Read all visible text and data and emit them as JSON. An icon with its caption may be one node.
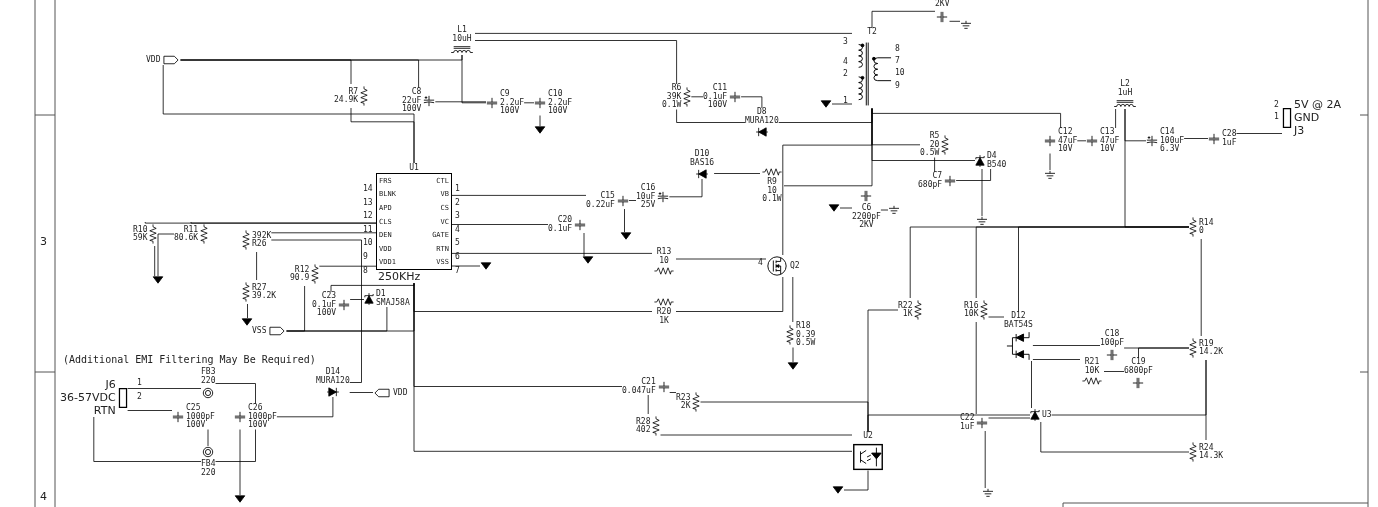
{
  "diagram": {
    "nodes": [
      {
        "text": [
          "VDD"
        ]
      },
      {
        "text": [
          "R7",
          "24.9K"
        ]
      },
      {
        "text": [
          "L1",
          "10uH"
        ]
      },
      {
        "text": [
          "C8",
          "22uF",
          "100V"
        ]
      },
      {
        "text": [
          "C9",
          "2.2uF",
          "100V"
        ]
      },
      {
        "text": [
          "C10",
          "2.2uF",
          "100V"
        ]
      },
      {
        "text": [],
        "shape": "ground"
      },
      {
        "text": [
          "R6",
          "39K",
          "0.1W"
        ]
      },
      {
        "text": [
          "C11",
          "0.1uF",
          "100V"
        ]
      },
      {
        "text": [
          "2KV"
        ]
      },
      {
        "text": [],
        "shape": "ground"
      },
      {
        "text": [
          "T2"
        ],
        "beside": [
          "3",
          "4",
          "2",
          "1",
          "8",
          "7",
          "10",
          "9"
        ]
      },
      {
        "text": [],
        "shape": "ground"
      },
      {
        "text": [
          "D8",
          "MURA120"
        ]
      },
      {
        "text": [
          "L2",
          "1uH"
        ]
      },
      {
        "text": [
          "R5",
          "20",
          "0.5W"
        ]
      },
      {
        "text": [
          "D4",
          "B540"
        ]
      },
      {
        "text": [
          "C7",
          "680pF"
        ]
      },
      {
        "text": [],
        "shape": "ground"
      },
      {
        "text": [
          "C12",
          "47uF",
          "10V"
        ]
      },
      {
        "text": [],
        "shape": "ground"
      },
      {
        "text": [
          "C13",
          "47uF",
          "10V"
        ]
      },
      {
        "text": [
          "C14",
          "100uF",
          "6.3V"
        ]
      },
      {
        "text": [
          "C28",
          "1uF"
        ]
      },
      {
        "text": [
          "5V @ 2A",
          "GND",
          "J3"
        ],
        "beside": [
          "2",
          "1"
        ]
      },
      {
        "text": [
          "U1",
          "FRS",
          "BLNK",
          "APD",
          "CLS",
          "DEN",
          "VDD",
          "VDD1",
          "CTL",
          "VB",
          "CS",
          "VC",
          "GATE",
          "RTN",
          "VSS",
          "250KHz"
        ],
        "beside": [
          "14",
          "1",
          "13",
          "2",
          "12",
          "3",
          "11",
          "4",
          "10",
          "5",
          "9",
          "6",
          "8",
          "7"
        ]
      },
      {
        "text": [
          "D10",
          "BAS16"
        ]
      },
      {
        "text": [
          "R9",
          "10",
          "0.1W"
        ]
      },
      {
        "text": [
          "C15",
          "0.22uF"
        ]
      },
      {
        "text": [
          "C16",
          "10uF",
          "25V"
        ]
      },
      {
        "text": [],
        "shape": "ground"
      },
      {
        "text": [
          "C20",
          "0.1uF"
        ]
      },
      {
        "text": [],
        "shape": "ground"
      },
      {
        "text": [
          "C6",
          "2200pF",
          "2KV"
        ]
      },
      {
        "text": [],
        "shape": "ground"
      },
      {
        "text": [],
        "shape": "ground"
      },
      {
        "text": [
          "R10",
          "59K"
        ]
      },
      {
        "text": [
          "R11",
          "80.6K"
        ]
      },
      {
        "text": [],
        "shape": "ground"
      },
      {
        "text": [
          "392K",
          "R26"
        ]
      },
      {
        "text": [
          "R27",
          "39.2K"
        ]
      },
      {
        "text": [],
        "shape": "ground"
      },
      {
        "text": [
          "R12",
          "90.9"
        ]
      },
      {
        "text": [
          "C23",
          "0.1uF",
          "100V"
        ]
      },
      {
        "text": [
          "D1",
          "SMAJ58A"
        ]
      },
      {
        "text": [
          "VSS"
        ]
      },
      {
        "text": [],
        "shape": "ground"
      },
      {
        "text": [
          "Q2"
        ],
        "beside": [
          "4"
        ]
      },
      {
        "text": [
          "R13",
          "10"
        ]
      },
      {
        "text": [
          "R20",
          "1K"
        ]
      },
      {
        "text": [
          "R18",
          "0.39",
          "0.5W"
        ]
      },
      {
        "text": [],
        "shape": "ground"
      },
      {
        "text": [
          "R14",
          "0"
        ]
      },
      {
        "text": [
          "R22",
          "1K"
        ]
      },
      {
        "text": [
          "R16",
          "10K"
        ]
      },
      {
        "text": [
          "D12",
          "BAT54S"
        ]
      },
      {
        "text": [
          "C18",
          "100pF"
        ]
      },
      {
        "text": [
          "R19",
          "14.2K"
        ]
      },
      {
        "text": [
          "R21",
          "10K"
        ]
      },
      {
        "text": [
          "C19",
          "6800pF"
        ]
      },
      {
        "text": [
          "C22",
          "1uF"
        ]
      },
      {
        "text": [
          "U3"
        ]
      },
      {
        "text": [
          "R24",
          "14.3K"
        ]
      },
      {
        "text": [],
        "shape": "ground"
      },
      {
        "text": [
          "U2"
        ]
      },
      {
        "text": [],
        "shape": "ground"
      },
      {
        "text": [
          "C21",
          "0.047uF"
        ]
      },
      {
        "text": [
          "R23",
          "2K"
        ]
      },
      {
        "text": [
          "R28",
          "402"
        ]
      },
      {
        "text": [
          "J6",
          "36-57VDC",
          "RTN"
        ],
        "beside": [
          "1",
          "2"
        ]
      },
      {
        "text": [
          "FB3",
          "220"
        ]
      },
      {
        "text": [
          "FB4",
          "220"
        ]
      },
      {
        "text": [
          "C25",
          "1000pF",
          "100V"
        ]
      },
      {
        "text": [
          "C26",
          "1000pF",
          "100V"
        ]
      },
      {
        "text": [],
        "shape": "ground"
      },
      {
        "text": [
          "D14",
          "MURA120"
        ]
      },
      {
        "text": [
          "VDD"
        ]
      }
    ],
    "edges": [
      {
        "from": 0,
        "to": 1,
        "arrow": "none"
      },
      {
        "from": 0,
        "to": 25,
        "arrow": "none"
      },
      {
        "from": 0,
        "to": 3,
        "arrow": "none"
      },
      {
        "from": 0,
        "to": 2,
        "arrow": "none"
      },
      {
        "from": 3,
        "to": 4,
        "arrow": "none"
      },
      {
        "from": 2,
        "to": 4,
        "arrow": "none"
      },
      {
        "from": 4,
        "to": 5,
        "arrow": "none"
      },
      {
        "from": 5,
        "to": 6,
        "arrow": "none"
      },
      {
        "from": 2,
        "to": 7,
        "arrow": "none"
      },
      {
        "from": 7,
        "to": 8,
        "arrow": "none"
      },
      {
        "from": 2,
        "to": 11,
        "arrow": "none"
      },
      {
        "from": 11,
        "to": 9,
        "arrow": "none"
      },
      {
        "from": 9,
        "to": 10,
        "arrow": "none"
      },
      {
        "from": 1,
        "to": 25,
        "arrow": "none"
      },
      {
        "from": 11,
        "to": 13,
        "arrow": "none"
      },
      {
        "from": 11,
        "to": 47,
        "arrow": "none"
      },
      {
        "from": 13,
        "to": 7,
        "arrow": "none"
      },
      {
        "from": 13,
        "to": 8,
        "arrow": "none"
      },
      {
        "from": 11,
        "to": 12,
        "arrow": "none"
      },
      {
        "from": 27,
        "to": 11,
        "arrow": "none"
      },
      {
        "from": 27,
        "to": 26,
        "arrow": "none"
      },
      {
        "from": 26,
        "to": 29,
        "arrow": "none"
      },
      {
        "from": 29,
        "to": 28,
        "arrow": "none"
      },
      {
        "from": 28,
        "to": 25,
        "arrow": "none"
      },
      {
        "from": 28,
        "to": 30,
        "arrow": "none"
      },
      {
        "from": 25,
        "to": 31,
        "arrow": "none"
      },
      {
        "from": 31,
        "to": 32,
        "arrow": "none"
      },
      {
        "from": 33,
        "to": 34,
        "arrow": "none"
      },
      {
        "from": 33,
        "to": 35,
        "arrow": "none"
      },
      {
        "from": 11,
        "to": 16,
        "arrow": "none"
      },
      {
        "from": 11,
        "to": 15,
        "arrow": "none"
      },
      {
        "from": 15,
        "to": 17,
        "arrow": "none"
      },
      {
        "from": 17,
        "to": 16,
        "arrow": "none"
      },
      {
        "from": 16,
        "to": 18,
        "arrow": "none"
      },
      {
        "from": 11,
        "to": 19,
        "arrow": "none"
      },
      {
        "from": 19,
        "to": 21,
        "arrow": "none"
      },
      {
        "from": 19,
        "to": 20,
        "arrow": "none"
      },
      {
        "from": 21,
        "to": 14,
        "arrow": "none"
      },
      {
        "from": 14,
        "to": 22,
        "arrow": "none"
      },
      {
        "from": 22,
        "to": 23,
        "arrow": "none"
      },
      {
        "from": 23,
        "to": 24,
        "arrow": "none"
      },
      {
        "from": 25,
        "to": 36,
        "arrow": "none"
      },
      {
        "from": 25,
        "to": 37,
        "arrow": "none"
      },
      {
        "from": 36,
        "to": 38,
        "arrow": "none"
      },
      {
        "from": 37,
        "to": 38,
        "arrow": "none"
      },
      {
        "from": 25,
        "to": 39,
        "arrow": "none"
      },
      {
        "from": 39,
        "to": 40,
        "arrow": "none"
      },
      {
        "from": 40,
        "to": 41,
        "arrow": "none"
      },
      {
        "from": 25,
        "to": 42,
        "arrow": "none"
      },
      {
        "from": 42,
        "to": 45,
        "arrow": "none"
      },
      {
        "from": 25,
        "to": 43,
        "arrow": "none"
      },
      {
        "from": 43,
        "to": 44,
        "arrow": "none"
      },
      {
        "from": 44,
        "to": 45,
        "arrow": "none"
      },
      {
        "from": 25,
        "to": 45,
        "arrow": "none"
      },
      {
        "from": 25,
        "to": 46,
        "arrow": "none"
      },
      {
        "from": 25,
        "to": 48,
        "arrow": "none"
      },
      {
        "from": 48,
        "to": 47,
        "arrow": "none"
      },
      {
        "from": 25,
        "to": 49,
        "arrow": "none"
      },
      {
        "from": 49,
        "to": 47,
        "arrow": "none"
      },
      {
        "from": 47,
        "to": 50,
        "arrow": "none"
      },
      {
        "from": 50,
        "to": 51,
        "arrow": "none"
      },
      {
        "from": 25,
        "to": 64,
        "arrow": "none"
      },
      {
        "from": 25,
        "to": 66,
        "arrow": "none"
      },
      {
        "from": 66,
        "to": 67,
        "arrow": "none"
      },
      {
        "from": 66,
        "to": 68,
        "arrow": "none"
      },
      {
        "from": 68,
        "to": 64,
        "arrow": "none"
      },
      {
        "from": 67,
        "to": 64,
        "arrow": "none"
      },
      {
        "from": 64,
        "to": 65,
        "arrow": "none"
      },
      {
        "from": 64,
        "to": 53,
        "arrow": "none"
      },
      {
        "from": 64,
        "to": 61,
        "arrow": "none"
      },
      {
        "from": 14,
        "to": 52,
        "arrow": "none"
      },
      {
        "from": 53,
        "to": 52,
        "arrow": "none"
      },
      {
        "from": 52,
        "to": 57,
        "arrow": "none"
      },
      {
        "from": 52,
        "to": 54,
        "arrow": "none"
      },
      {
        "from": 52,
        "to": 55,
        "arrow": "none"
      },
      {
        "from": 54,
        "to": 55,
        "arrow": "none"
      },
      {
        "from": 54,
        "to": 60,
        "arrow": "none"
      },
      {
        "from": 55,
        "to": 56,
        "arrow": "none"
      },
      {
        "from": 55,
        "to": 58,
        "arrow": "none"
      },
      {
        "from": 58,
        "to": 59,
        "arrow": "none"
      },
      {
        "from": 59,
        "to": 57,
        "arrow": "none"
      },
      {
        "from": 56,
        "to": 57,
        "arrow": "none"
      },
      {
        "from": 55,
        "to": 61,
        "arrow": "none"
      },
      {
        "from": 57,
        "to": 61,
        "arrow": "none"
      },
      {
        "from": 57,
        "to": 62,
        "arrow": "none"
      },
      {
        "from": 62,
        "to": 61,
        "arrow": "none"
      },
      {
        "from": 61,
        "to": 60,
        "arrow": "none"
      },
      {
        "from": 60,
        "to": 63,
        "arrow": "none"
      },
      {
        "from": 69,
        "to": 70,
        "arrow": "none"
      },
      {
        "from": 69,
        "to": 72,
        "arrow": "none"
      },
      {
        "from": 69,
        "to": 71,
        "arrow": "none"
      },
      {
        "from": 72,
        "to": 71,
        "arrow": "none"
      },
      {
        "from": 70,
        "to": 73,
        "arrow": "none"
      },
      {
        "from": 71,
        "to": 73,
        "arrow": "none"
      },
      {
        "from": 73,
        "to": 74,
        "arrow": "none"
      },
      {
        "from": 73,
        "to": 75,
        "arrow": "none"
      },
      {
        "from": 39,
        "to": 75,
        "arrow": "none"
      },
      {
        "from": 75,
        "to": 76,
        "arrow": "none"
      }
    ],
    "labels": [
      "3",
      "(Additional EMI Filtering May Be Required)",
      "4"
    ]
  }
}
